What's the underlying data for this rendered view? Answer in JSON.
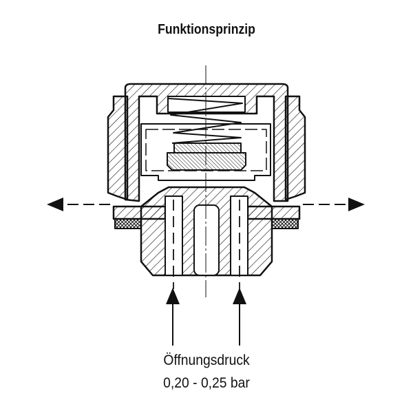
{
  "title": "Funktionsprinzip",
  "caption": {
    "line1": "Öffnungsdruck",
    "line2": "0,20 - 0,25 bar"
  },
  "colors": {
    "line": "#111111",
    "background": "#ffffff"
  }
}
